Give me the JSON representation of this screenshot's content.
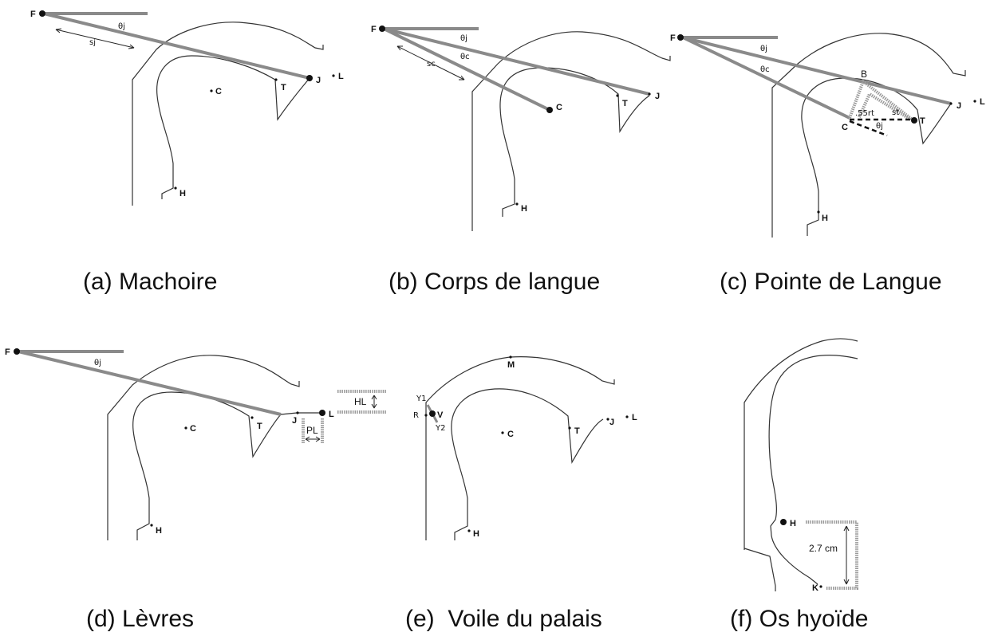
{
  "panels": [
    {
      "caption": "(a) Machoire",
      "labels": {
        "F": "F",
        "J": "J",
        "L": "L",
        "T": "T",
        "C": "C",
        "H": "H",
        "theta_j": "θj",
        "s_j": "sj"
      }
    },
    {
      "caption": "(b) Corps de langue",
      "labels": {
        "F": "F",
        "J": "J",
        "T": "T",
        "C": "C",
        "H": "H",
        "theta_j": "θj",
        "theta_c": "θc",
        "s_c": "sc"
      }
    },
    {
      "caption": "(c) Pointe de Langue",
      "labels": {
        "F": "F",
        "J": "J",
        "L": "L",
        "T": "T",
        "C": "C",
        "H": "H",
        "B": "B",
        "theta_j": "θj",
        "theta_c": "θc",
        "s_t": "st",
        "ratio": ".55rt",
        "theta_j2": "θj"
      }
    },
    {
      "caption": "(d) Lèvres",
      "labels": {
        "F": "F",
        "J": "J",
        "L": "L",
        "T": "T",
        "C": "C",
        "H": "H",
        "theta_j": "θj",
        "HL": "HL",
        "PL": "PL"
      }
    },
    {
      "caption": "(e)  Voile du palais",
      "labels": {
        "M": "M",
        "V": "V",
        "R": "R",
        "Y1": "Y1",
        "Y2": "Y2",
        "J": "J",
        "L": "L",
        "T": "T",
        "C": "C",
        "H": "H"
      }
    },
    {
      "caption": "(f) Os hyoïde",
      "labels": {
        "H": "H",
        "K": "K",
        "distance": "2.7 cm"
      }
    }
  ],
  "colors": {
    "rod": "#8a8a8a",
    "outline": "#333333",
    "text": "#111111"
  }
}
